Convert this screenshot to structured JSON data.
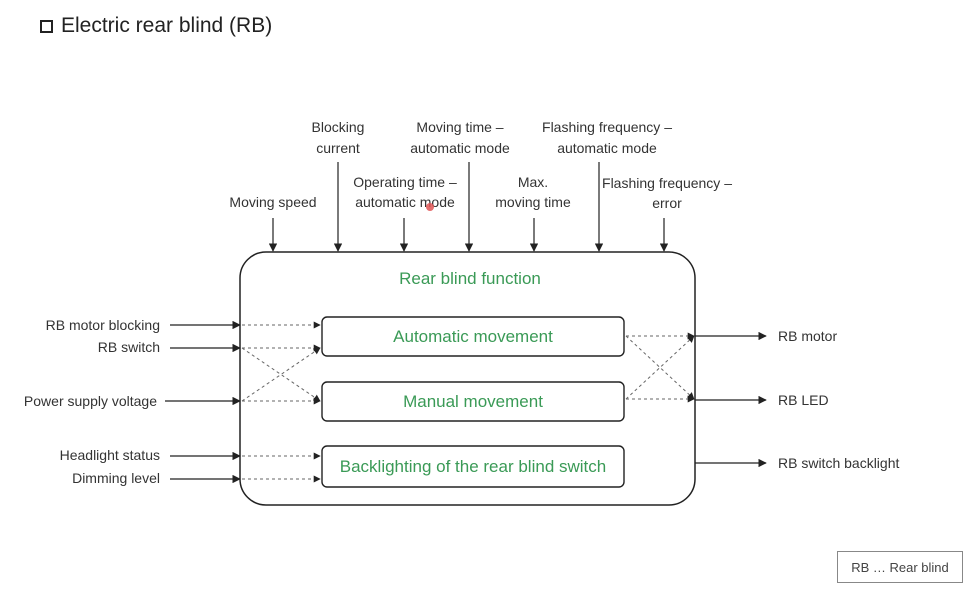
{
  "title": "Electric rear blind (RB)",
  "top_inputs": [
    {
      "lines": [
        "Moving speed"
      ]
    },
    {
      "lines": [
        "Blocking",
        "current"
      ]
    },
    {
      "lines": [
        "Operating time –",
        "automatic mode"
      ]
    },
    {
      "lines": [
        "Moving time –",
        "automatic mode"
      ]
    },
    {
      "lines": [
        "Max.",
        "moving time"
      ]
    },
    {
      "lines": [
        "Flashing frequency –",
        "automatic mode"
      ]
    },
    {
      "lines": [
        "Flashing frequency –",
        "error"
      ]
    }
  ],
  "function_title": "Rear blind function",
  "inner_boxes": [
    "Automatic movement",
    "Manual movement",
    "Backlighting of the rear blind switch"
  ],
  "left_inputs": [
    "RB motor blocking",
    "RB switch",
    "Power supply voltage",
    "Headlight status",
    "Dimming level"
  ],
  "outputs": [
    "RB motor",
    "RB LED",
    "RB switch backlight"
  ],
  "legend": "RB … Rear blind",
  "colors": {
    "accent_green": "#3a9a56",
    "line": "#222222"
  }
}
